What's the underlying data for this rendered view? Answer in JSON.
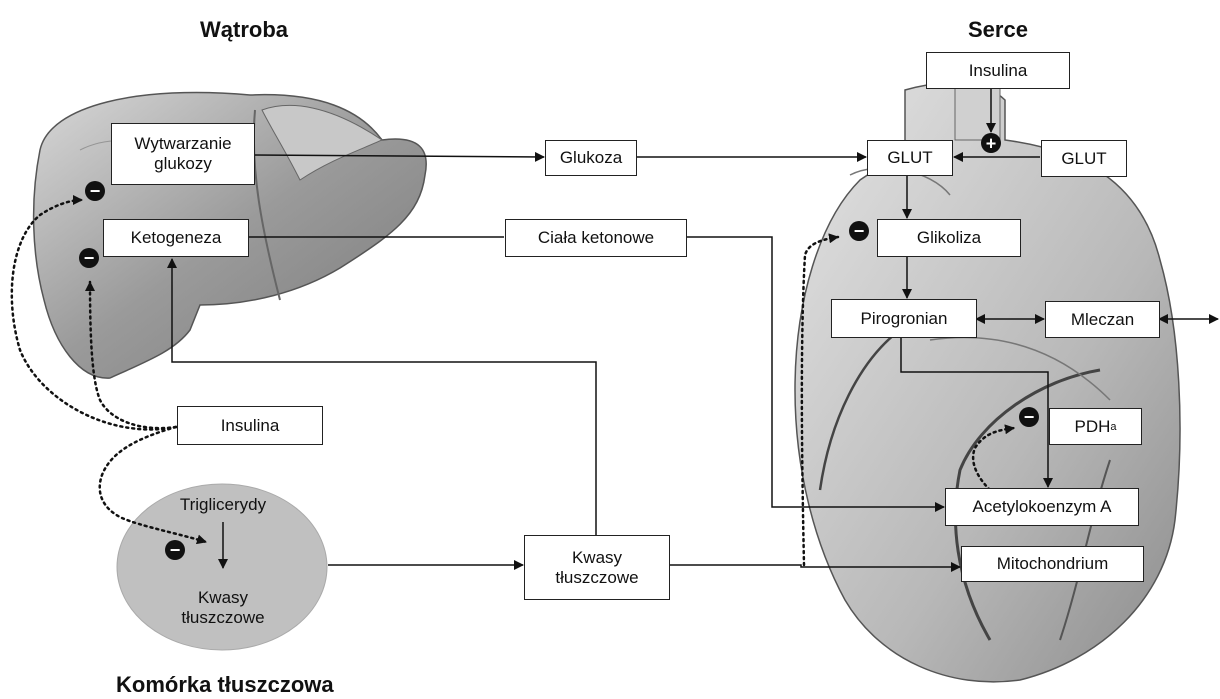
{
  "titles": {
    "liver": "Wątroba",
    "heart": "Serce",
    "fat_cell": "Komórka tłuszczowa"
  },
  "liver": {
    "glucose_production": "Wytwarzanie\nglukozy",
    "ketogenesis": "Ketogeneza"
  },
  "middle": {
    "glucose": "Glukoza",
    "ketone_bodies": "Ciała ketonowe",
    "insulin": "Insulina",
    "fatty_acids": "Kwasy\ntłuszczowe"
  },
  "fat_cell": {
    "triglycerides": "Triglicerydy",
    "fatty_acids": "Kwasy\ntłuszczowe"
  },
  "heart": {
    "insulin": "Insulina",
    "glut_left": "GLUT",
    "glut_right": "GLUT",
    "glycolysis": "Glikoliza",
    "pyruvate": "Pirogronian",
    "lactate": "Mleczan",
    "pdh_main": "PDH",
    "pdh_sub": "a",
    "acetyl_coa": "Acetylokoenzym A",
    "mitochondrium": "Mitochondrium"
  },
  "signs": {
    "plus": "+",
    "minus": "−"
  }
}
